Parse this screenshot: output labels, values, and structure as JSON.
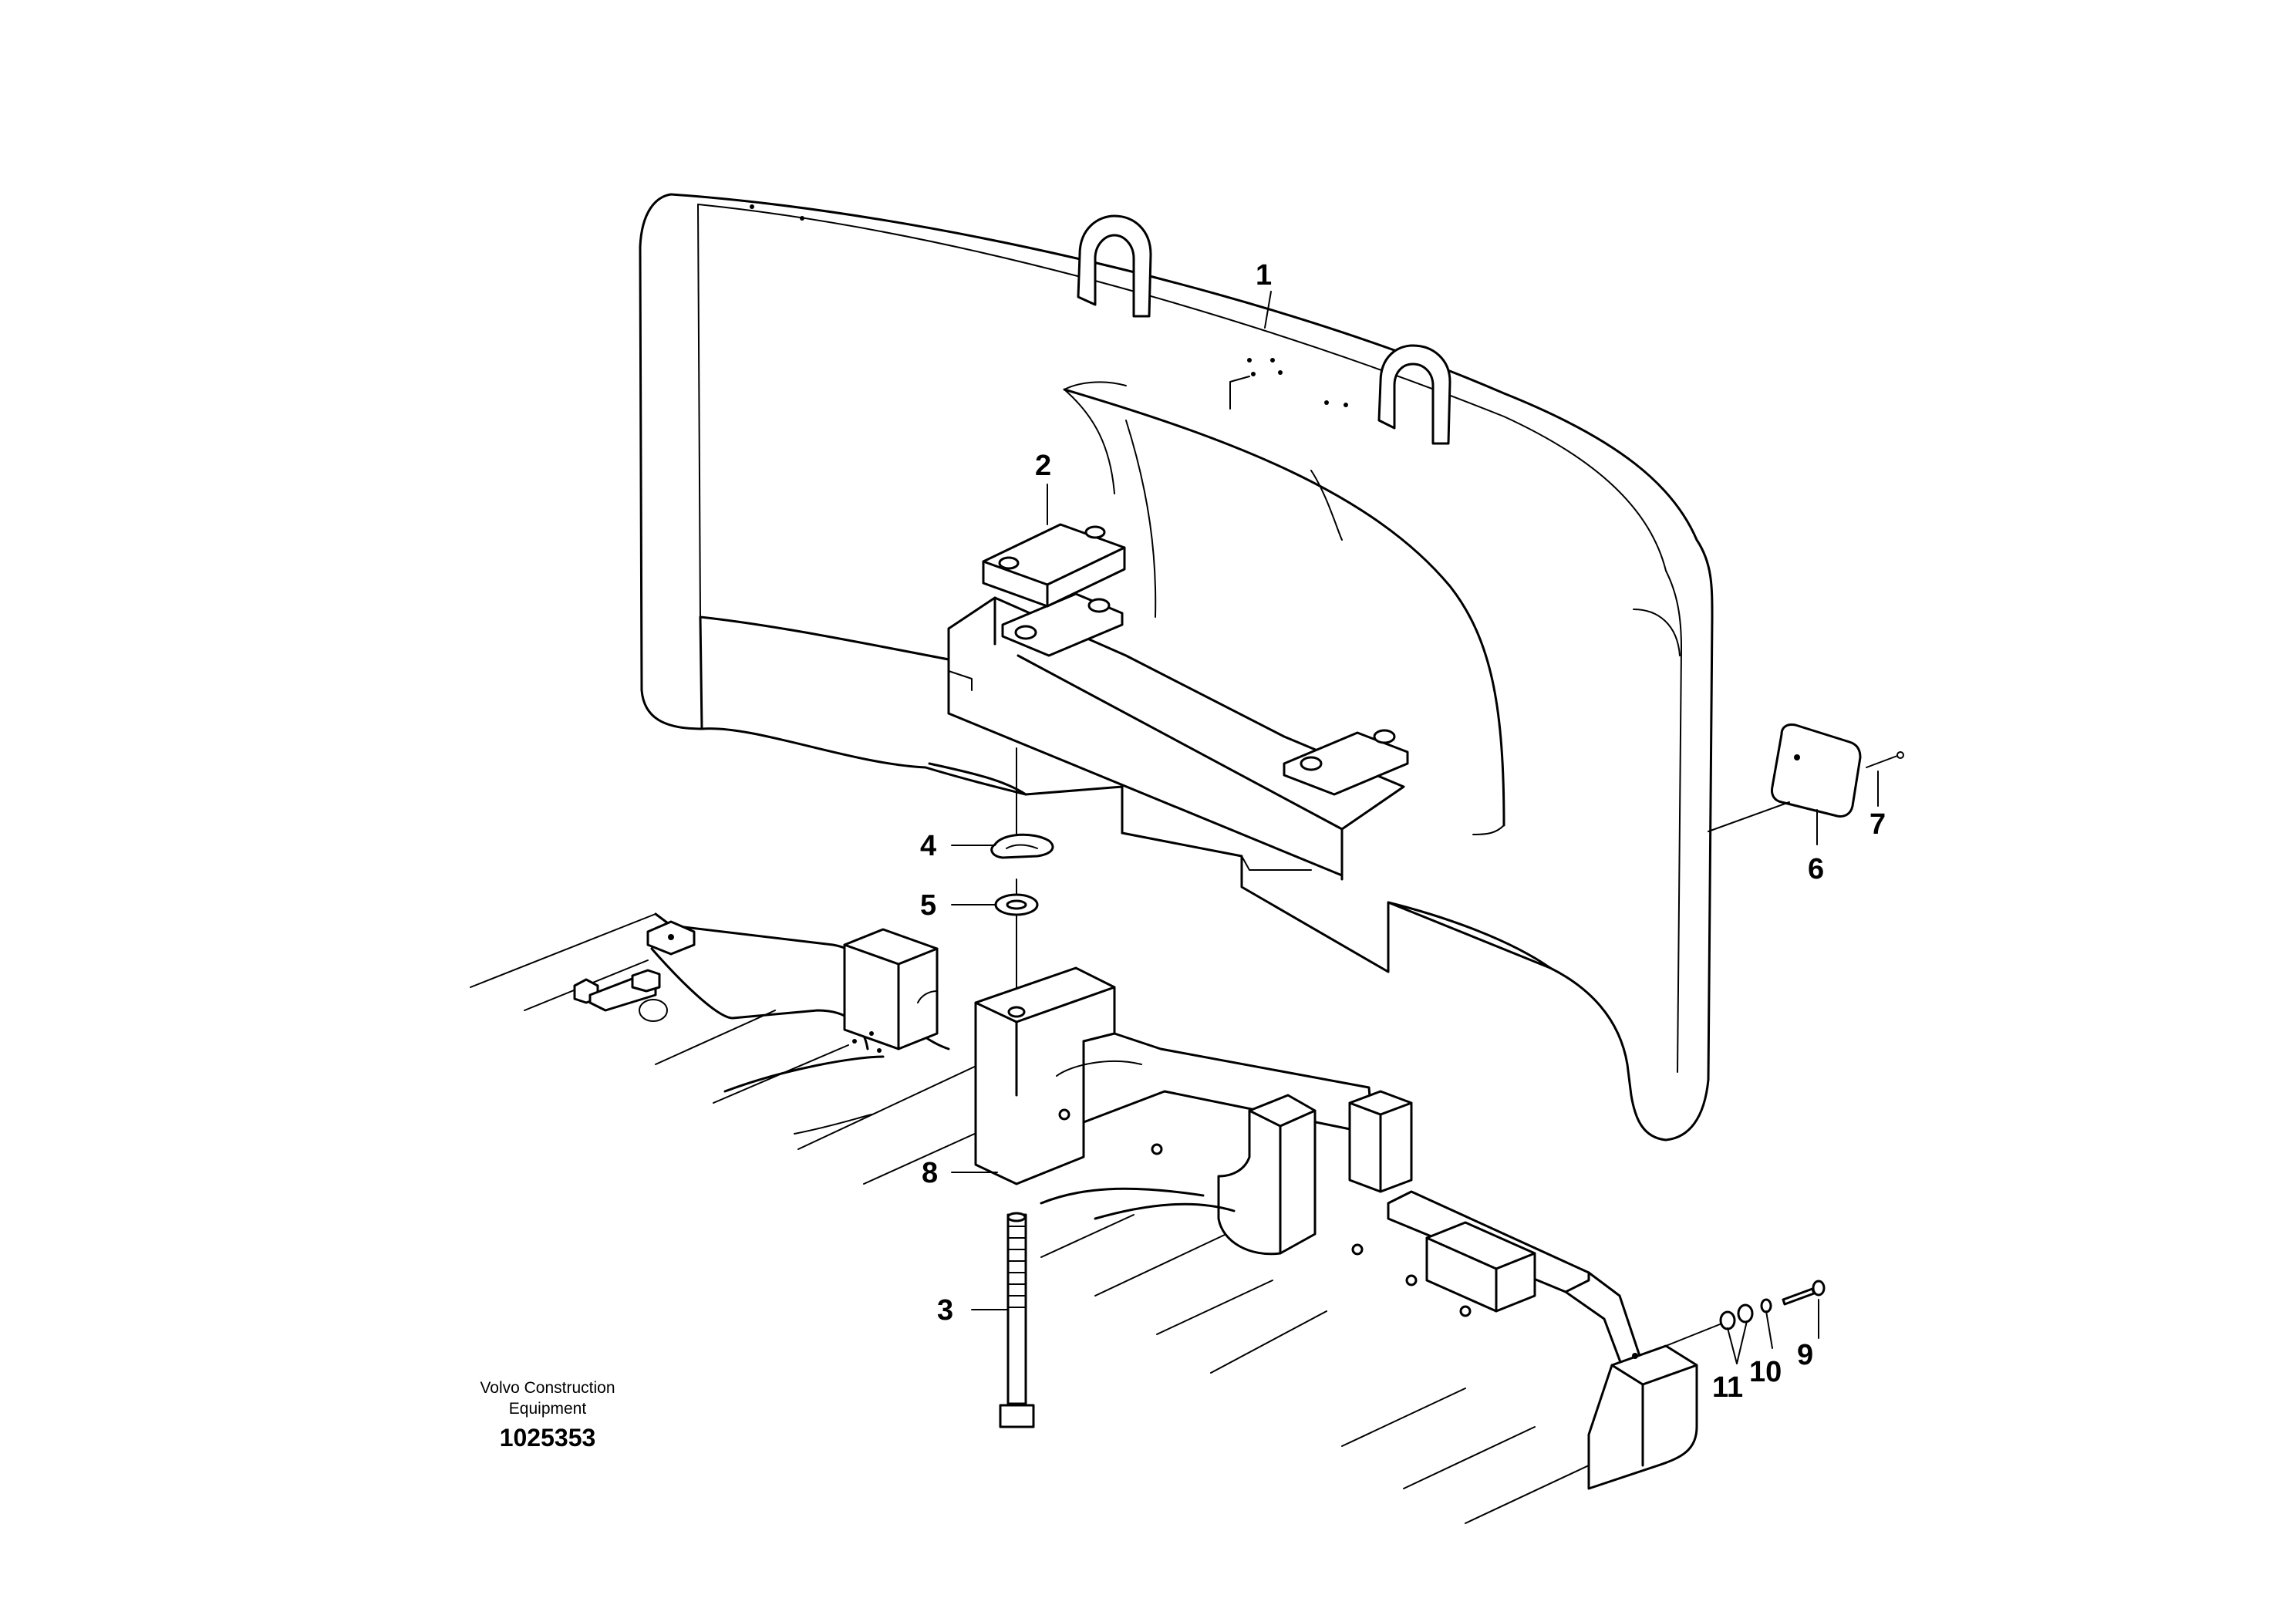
{
  "publisher": {
    "line1": "Volvo Construction",
    "line2": "Equipment"
  },
  "drawing_number": "1025353",
  "callouts": [
    {
      "id": "c1",
      "label": "1"
    },
    {
      "id": "c2",
      "label": "2"
    },
    {
      "id": "c3",
      "label": "3"
    },
    {
      "id": "c4",
      "label": "4"
    },
    {
      "id": "c5",
      "label": "5"
    },
    {
      "id": "c6",
      "label": "6"
    },
    {
      "id": "c7",
      "label": "7"
    },
    {
      "id": "c8",
      "label": "8"
    },
    {
      "id": "c9",
      "label": "9"
    },
    {
      "id": "c10",
      "label": "10"
    },
    {
      "id": "c11",
      "label": "11"
    }
  ]
}
